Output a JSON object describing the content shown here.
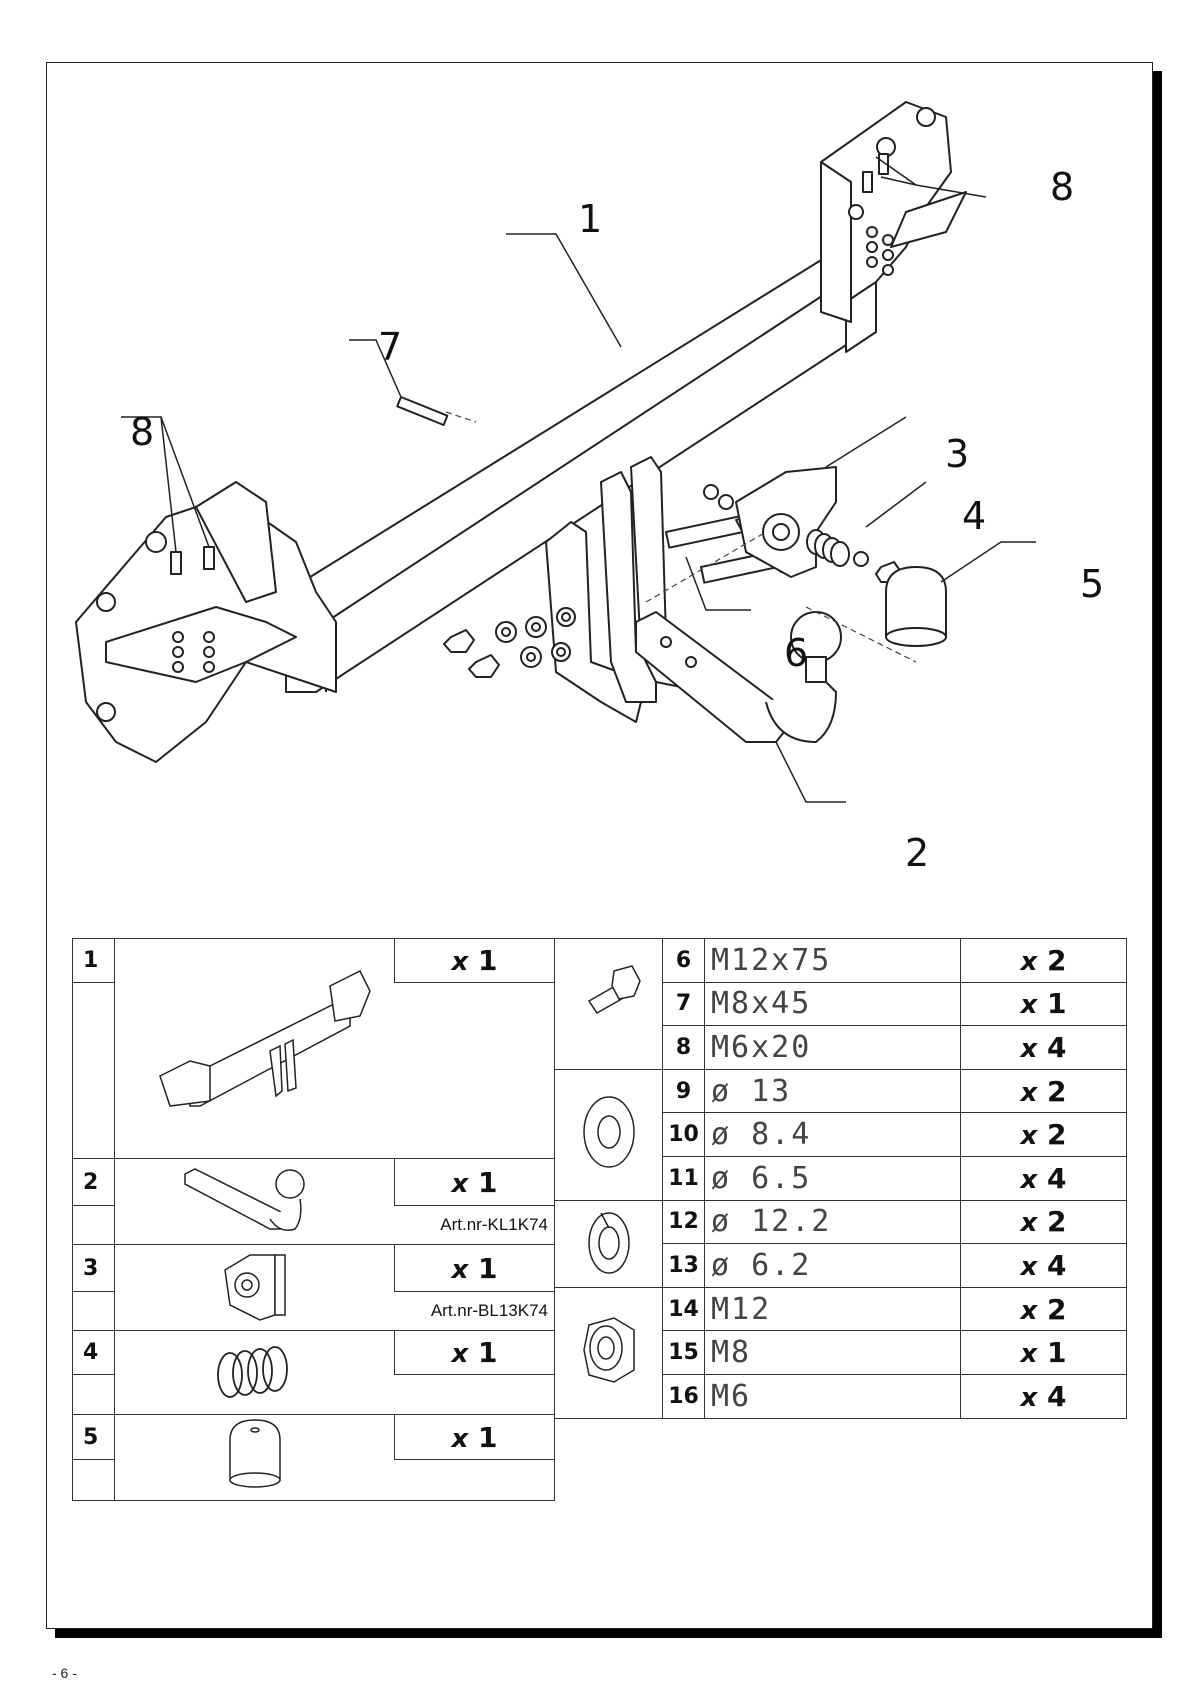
{
  "callouts": [
    "1",
    "2",
    "3",
    "4",
    "5",
    "6",
    "7",
    "8",
    "8"
  ],
  "left_table": [
    {
      "num": "1",
      "qty_x": "x",
      "qty_n": "1",
      "art": ""
    },
    {
      "num": "2",
      "qty_x": "x",
      "qty_n": "1",
      "art": "Art.nr-KL1K74"
    },
    {
      "num": "3",
      "qty_x": "x",
      "qty_n": "1",
      "art": "Art.nr-BL13K74"
    },
    {
      "num": "4",
      "qty_x": "x",
      "qty_n": "1",
      "art": ""
    },
    {
      "num": "5",
      "qty_x": "x",
      "qty_n": "1",
      "art": ""
    }
  ],
  "right_table": [
    {
      "num": "6",
      "spec": "M12x75",
      "qty_x": "x",
      "qty_n": "2"
    },
    {
      "num": "7",
      "spec": "M8x45",
      "qty_x": "x",
      "qty_n": "1"
    },
    {
      "num": "8",
      "spec": "M6x20",
      "qty_x": "x",
      "qty_n": "4"
    },
    {
      "num": "9",
      "spec": "ø 13",
      "qty_x": "x",
      "qty_n": "2"
    },
    {
      "num": "10",
      "spec": "ø 8.4",
      "qty_x": "x",
      "qty_n": "2"
    },
    {
      "num": "11",
      "spec": "ø 6.5",
      "qty_x": "x",
      "qty_n": "4"
    },
    {
      "num": "12",
      "spec": "ø 12.2",
      "qty_x": "x",
      "qty_n": "2"
    },
    {
      "num": "13",
      "spec": "ø 6.2",
      "qty_x": "x",
      "qty_n": "4"
    },
    {
      "num": "14",
      "spec": "M12",
      "qty_x": "x",
      "qty_n": "2"
    },
    {
      "num": "15",
      "spec": "M8",
      "qty_x": "x",
      "qty_n": "1"
    },
    {
      "num": "16",
      "spec": "M6",
      "qty_x": "x",
      "qty_n": "4"
    }
  ],
  "page_number": "- 6 -"
}
